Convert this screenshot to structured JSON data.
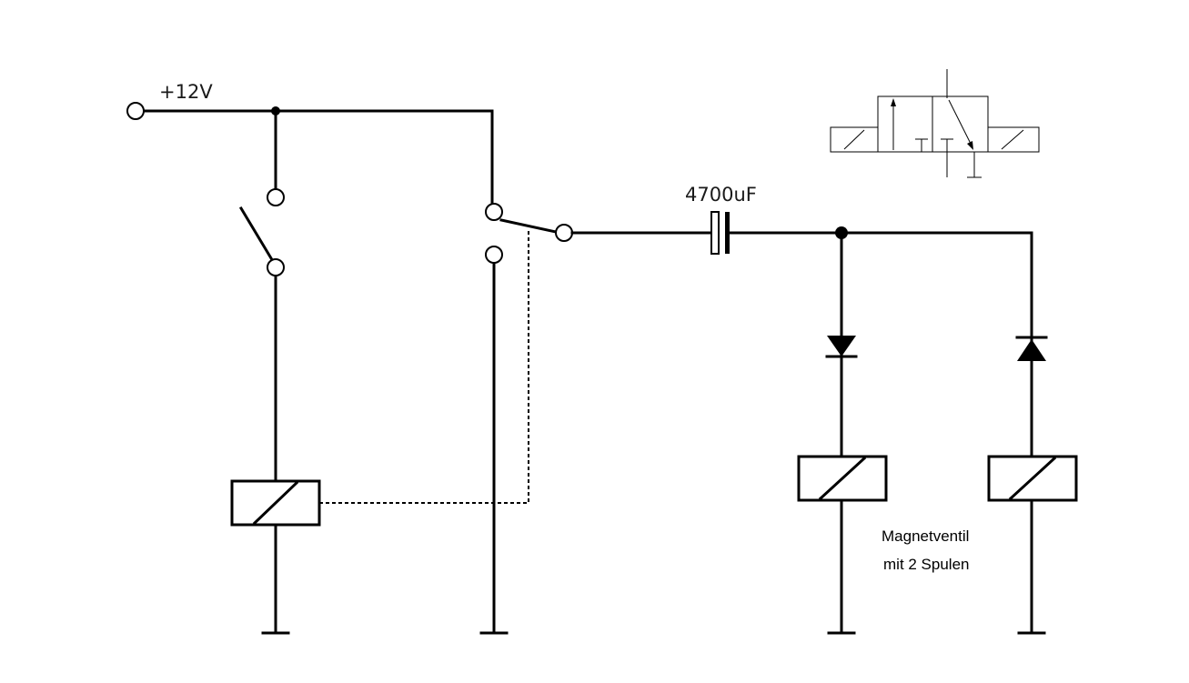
{
  "labels": {
    "supply": "+12V",
    "capacitor": "4700uF",
    "valve_line1": "Magnetventil",
    "valve_line2": "mit 2 Spulen"
  }
}
